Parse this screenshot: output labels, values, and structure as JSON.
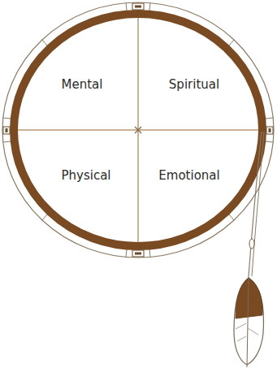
{
  "diagram": {
    "labels": [
      "Mental",
      "Spiritual",
      "Physical",
      "Emotional"
    ]
  }
}
